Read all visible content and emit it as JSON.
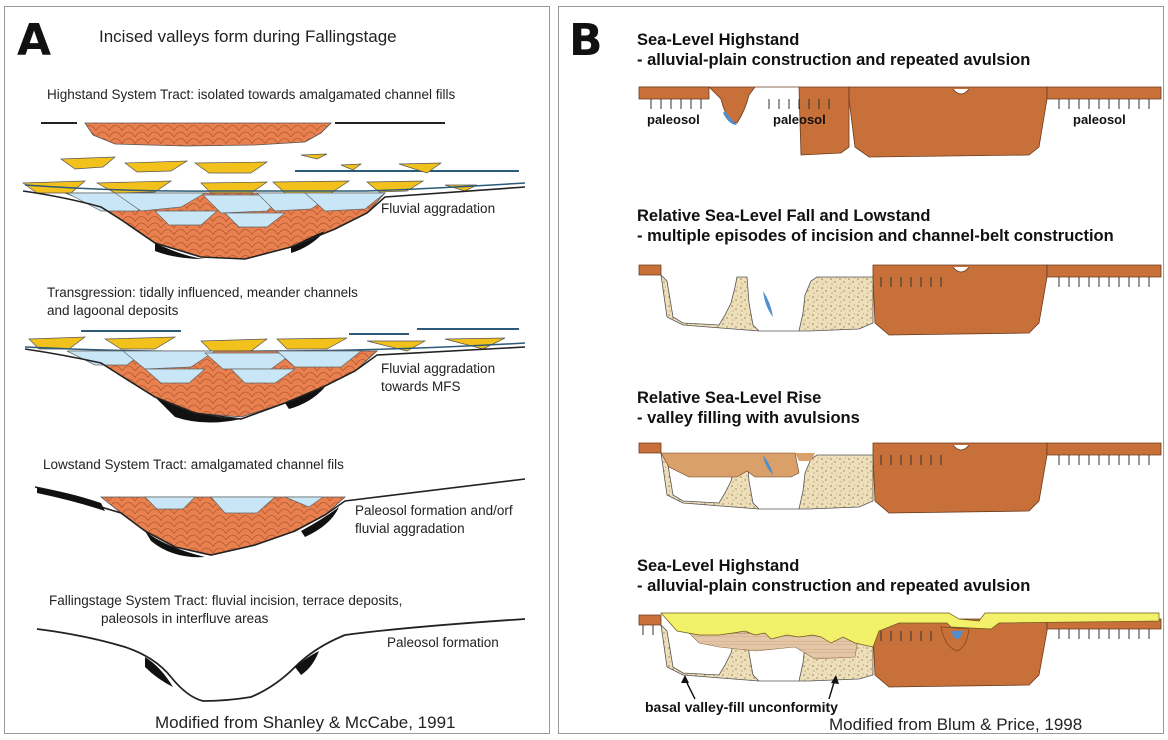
{
  "panel_a": {
    "letter": "A",
    "title": "Incised valleys form during Fallingstage",
    "highstand_title": "Highstand System Tract: isolated towards amalgamated channel fills",
    "highstand_note": "Fluvial aggradation",
    "transgression_title_1": "Transgression: tidally influenced, meander channels",
    "transgression_title_2": "and lagoonal deposits",
    "transgression_note_1": "Fluvial aggradation",
    "transgression_note_2": "towards MFS",
    "lowstand_title": "Lowstand System Tract: amalgamated channel fils",
    "lowstand_note_1": "Paleosol formation and/orf",
    "lowstand_note_2": "fluvial aggradation",
    "falling_title_1": "Fallingstage System Tract: fluvial incision, terrace deposits,",
    "falling_title_2": "paleosols in interfluve areas",
    "falling_note": "Paleosol formation",
    "credit": "Modified from Shanley & McCabe, 1991"
  },
  "panel_b": {
    "letter": "B",
    "s1_title": "Sea-Level Highstand",
    "s1_sub": "- alluvial-plain construction and repeated avulsion",
    "paleosol_labels": [
      "paleosol",
      "paleosol",
      "paleosol"
    ],
    "s2_title": "Relative Sea-Level Fall and Lowstand",
    "s2_sub": "- multiple episodes of incision and channel-belt construction",
    "s3_title": "Relative Sea-Level Rise",
    "s3_sub": "- valley filling with avulsions",
    "s4_title": "Sea-Level Highstand",
    "s4_sub": "- alluvial-plain construction and repeated avulsion",
    "unconformity_label": "basal valley-fill unconformity",
    "credit": "Modified from Blum & Price, 1998"
  },
  "colors": {
    "orange_fill": "#e8814f",
    "yellow_lens": "#f2c11c",
    "light_blue": "#c9e6f7",
    "brown_plain": "#c8703a",
    "sand_fill": "#eedfbb",
    "tan_fill": "#d9a06a",
    "yellow_plain": "#f3f06a",
    "water_blue": "#4f8fd0",
    "black_paleosol": "#111111"
  }
}
